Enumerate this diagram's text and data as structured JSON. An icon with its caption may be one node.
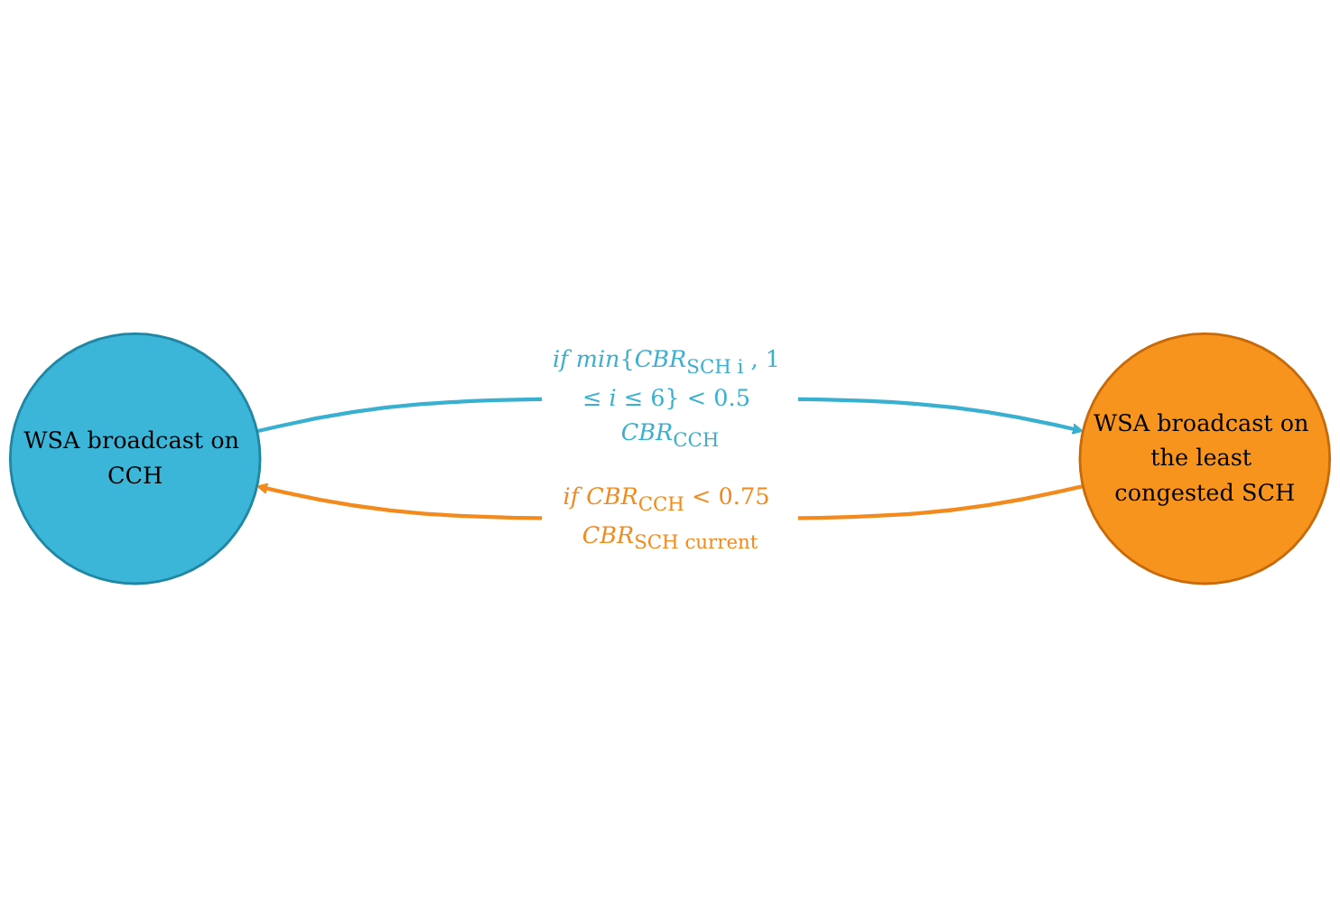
{
  "diagram": {
    "nodes": [
      {
        "text": [
          "WSA broadcast on CCH"
        ]
      },
      {
        "text": [
          "WSA broadcast on the least congested SCH"
        ]
      }
    ],
    "edges": [
      {
        "from": 0,
        "to": 1,
        "arrow": "to",
        "label": "*if min*{*CBR*$_{SCH i}$ , 1 ≤ *i* ≤ 6} < 0.5 *CBR*$_{CCH}$",
        "color": "#3ab0d0"
      },
      {
        "from": 1,
        "to": 0,
        "arrow": "to",
        "label": "*if CBR*$_{CCH}$ < 0.75 *CBR*$_{SCH current}$",
        "color": "#f28a1e"
      }
    ]
  }
}
